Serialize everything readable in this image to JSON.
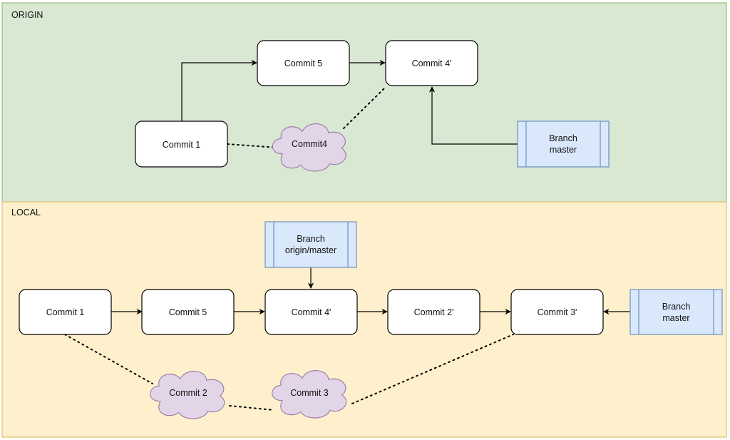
{
  "regions": {
    "origin": {
      "label": "ORIGIN",
      "color": "#d9e8d3"
    },
    "local": {
      "label": "LOCAL",
      "color": "#fef0cc"
    }
  },
  "origin": {
    "commit1": "Commit 1",
    "commit5": "Commit 5",
    "commit4_prime": "Commit 4'",
    "commit4_cloud": "Commit4",
    "branch_master": {
      "line1": "Branch",
      "line2": "master"
    }
  },
  "local": {
    "commit1": "Commit 1",
    "commit5": "Commit 5",
    "commit4_prime": "Commit 4'",
    "commit2_prime": "Commit 2'",
    "commit3_prime": "Commit 3'",
    "commit2_cloud": "Commit 2",
    "commit3_cloud": "Commit 3",
    "branch_origin_master": {
      "line1": "Branch",
      "line2": "origin/master"
    },
    "branch_master": {
      "line1": "Branch",
      "line2": "master"
    }
  },
  "colors": {
    "branch_fill": "#dae8fc",
    "branch_stroke": "#6c8ebf",
    "cloud_fill": "#e1d5e7",
    "cloud_stroke": "#9673a6"
  }
}
